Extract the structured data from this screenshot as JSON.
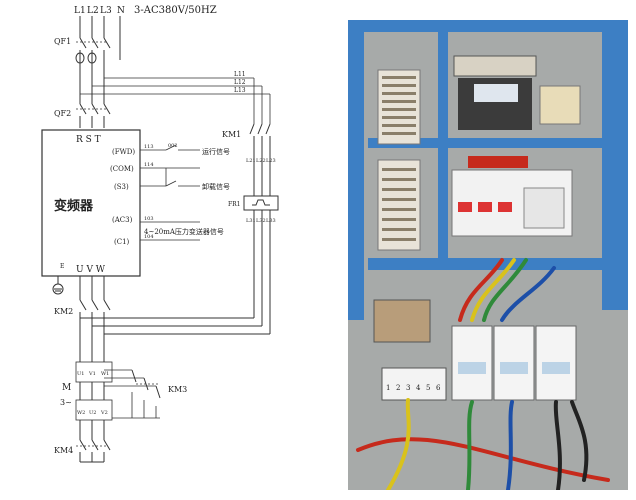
{
  "schematic": {
    "supply_lines": [
      "L1",
      "L2",
      "L3",
      "N"
    ],
    "supply_spec": "3-AC380V/50HZ",
    "bus_labels": [
      "L11",
      "L12",
      "L13"
    ],
    "breakers": [
      "QF1",
      "QF2"
    ],
    "contactors": [
      "KM1",
      "KM2",
      "KM3",
      "KM4"
    ],
    "vfd": {
      "title": "变频器",
      "input_terminals": "R S T",
      "output_terminals": "U V W",
      "ground": "E",
      "terminals": [
        "(FWD)",
        "(COM)",
        "(S3)",
        "(AC3)",
        "(C1)"
      ],
      "wire_numbers": [
        "113",
        "114",
        "103",
        "104"
      ],
      "short_labels": [
        "002"
      ],
      "signals": [
        "运行信号",
        "卸载信号",
        "4~20mA压力变送器信号"
      ]
    },
    "km1_terminal_labels": [
      "L21",
      "L22",
      "L23"
    ],
    "km1_lower_labels": [
      "L31",
      "L32",
      "L33"
    ],
    "fr_label": "FR1",
    "motor": {
      "label": "M",
      "phase": "3~",
      "upper_terminals": [
        "U1",
        "V1",
        "W1"
      ],
      "lower_terminals": [
        "W2",
        "U2",
        "V2"
      ]
    }
  },
  "photo": {
    "terminal_strip_labels": [
      "1",
      "2",
      "3",
      "4",
      "5",
      "6"
    ]
  },
  "colors": {
    "panel_blue": "#3d7fc4",
    "backplate": "#a7aaa9",
    "wire_red": "#c62a1c",
    "wire_yellow": "#d9c21c",
    "wire_green": "#2f8a3a",
    "wire_blue": "#1d4fa8"
  }
}
